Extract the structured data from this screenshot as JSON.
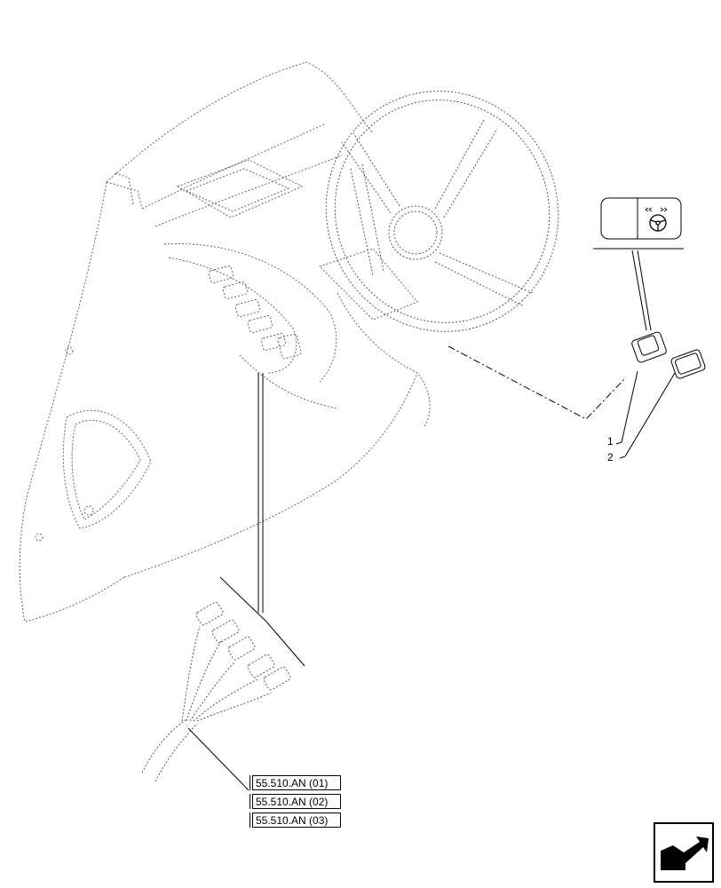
{
  "callouts": [
    {
      "label": "1"
    },
    {
      "label": "2"
    }
  ],
  "references": [
    {
      "label": "55.510.AN (01)"
    },
    {
      "label": "55.510.AN (02)"
    },
    {
      "label": "55.510.AN (03)"
    }
  ],
  "icons": {
    "switch_symbol": "steering-wheel-icon",
    "navigation": "next-page-arrow-icon"
  },
  "colors": {
    "line": "#000000",
    "dotted_line": "#555555",
    "background": "#ffffff"
  }
}
